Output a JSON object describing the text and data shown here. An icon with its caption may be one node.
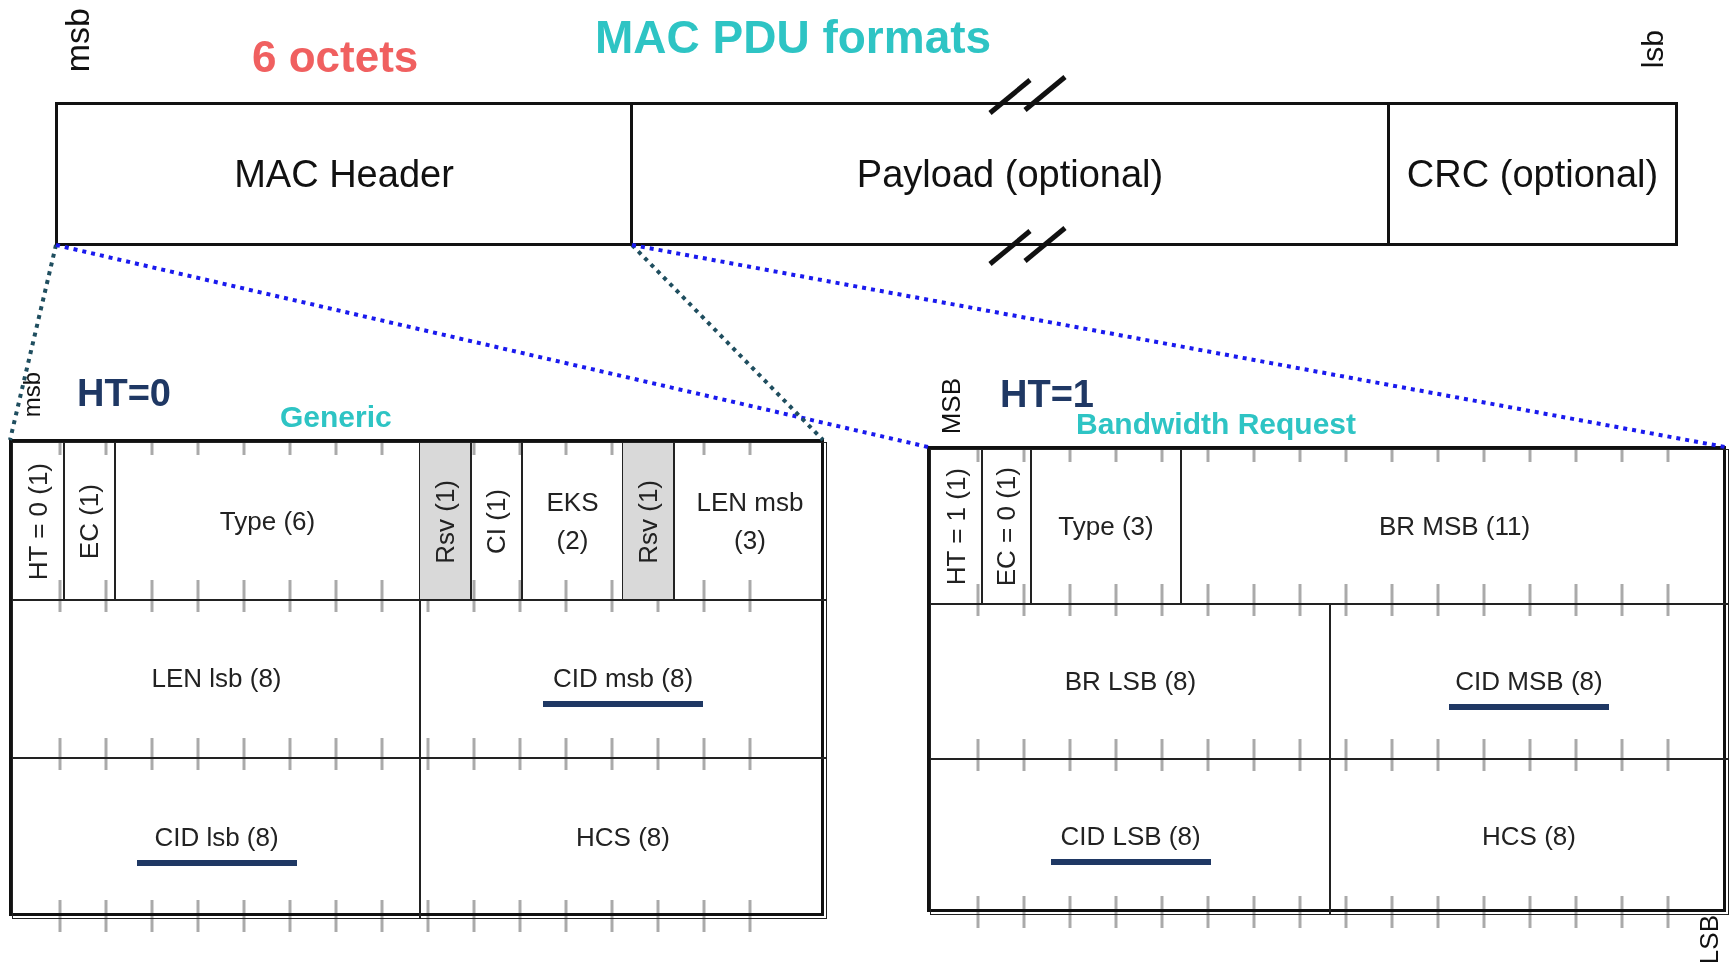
{
  "diagram": {
    "title": "MAC PDU formats",
    "nodes": [
      {
        "text": [
          "MAC Header"
        ]
      },
      {
        "text": [
          "Payload (optional)"
        ]
      },
      {
        "text": [
          "CRC (optional)"
        ]
      },
      {
        "text": [
          "HT=0",
          "Generic"
        ]
      },
      {
        "text": [
          "HT = 0 (1)"
        ],
        "in": 3
      },
      {
        "text": [
          "EC (1)"
        ],
        "in": 3
      },
      {
        "text": [
          "Type (6)"
        ],
        "in": 3
      },
      {
        "text": [
          "Rsv (1)"
        ],
        "in": 3
      },
      {
        "text": [
          "CI (1)"
        ],
        "in": 3
      },
      {
        "text": [
          "EKS (2)"
        ],
        "in": 3
      },
      {
        "text": [
          "Rsv (1)"
        ],
        "in": 3
      },
      {
        "text": [
          "LEN msb (3)"
        ],
        "in": 3
      },
      {
        "text": [
          "LEN lsb (8)"
        ],
        "in": 3
      },
      {
        "text": [
          "CID msb (8)"
        ],
        "in": 3
      },
      {
        "text": [
          "CID lsb (8)"
        ],
        "in": 3
      },
      {
        "text": [
          "HCS (8)"
        ],
        "in": 3
      },
      {
        "text": [
          "HT=1",
          "Bandwidth Request"
        ]
      },
      {
        "text": [
          "HT = 1 (1)"
        ],
        "in": 16
      },
      {
        "text": [
          "EC = 0 (1)"
        ],
        "in": 16
      },
      {
        "text": [
          "Type (3)"
        ],
        "in": 16
      },
      {
        "text": [
          "BR MSB (11)"
        ],
        "in": 16
      },
      {
        "text": [
          "BR LSB (8)"
        ],
        "in": 16
      },
      {
        "text": [
          "CID MSB (8)"
        ],
        "in": 16
      },
      {
        "text": [
          "CID LSB (8)"
        ],
        "in": 16
      },
      {
        "text": [
          "HCS (8)"
        ],
        "in": 16
      }
    ],
    "edges": [
      {
        "from": 0,
        "to": 3,
        "arrow": "none",
        "style": "dashed",
        "color": "#1f4e5f"
      },
      {
        "from": 0,
        "to": 16,
        "arrow": "none",
        "style": "dashed",
        "color": "#1a1aee"
      },
      {
        "from": 0,
        "to": 3,
        "arrow": "none",
        "style": "dashed",
        "color": "#1f4e5f"
      },
      {
        "from": 0,
        "to": 16,
        "arrow": "none",
        "style": "dashed",
        "color": "#1a1aee"
      }
    ],
    "labels": [
      "msb",
      "6 octets",
      "lsb",
      "msb",
      "MSB",
      "LSB"
    ]
  }
}
